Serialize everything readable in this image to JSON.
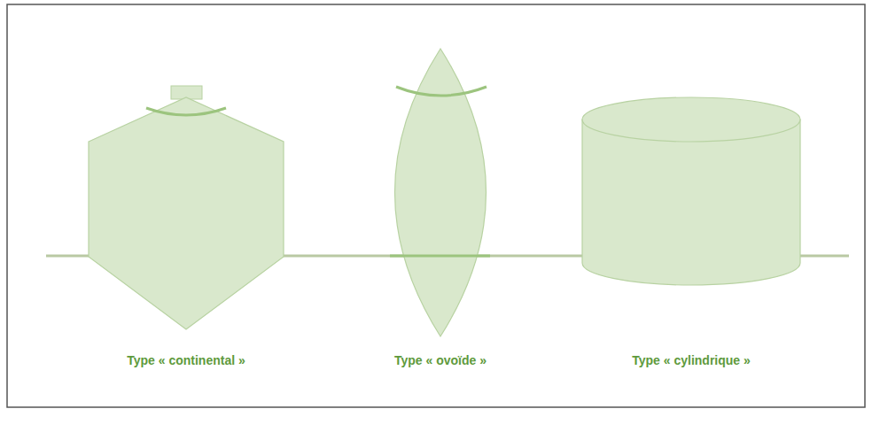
{
  "diagram": {
    "labels": [
      "Type « continental »",
      "Type « ovoïde »",
      "Type « cylindrique »"
    ]
  }
}
